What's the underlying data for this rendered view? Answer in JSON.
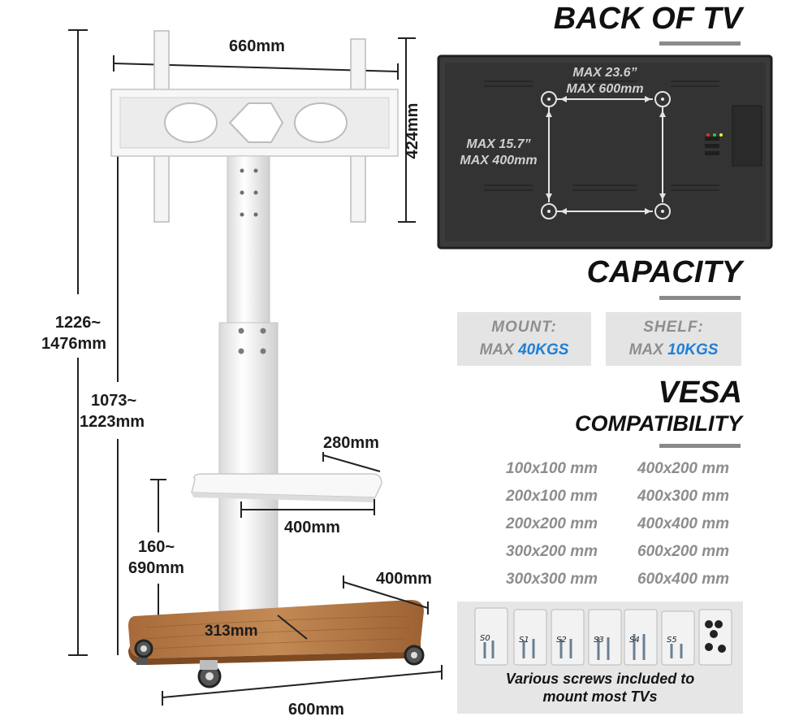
{
  "headings": {
    "back_of_tv": "BACK OF TV",
    "capacity": "CAPACITY",
    "vesa_1": "VESA",
    "vesa_2": "COMPATIBILITY"
  },
  "dimensions": {
    "mount_width": "660mm",
    "mount_height": "424mm",
    "total_height_1": "1226~",
    "total_height_2": "1476mm",
    "mount_center_1": "1073~",
    "mount_center_2": "1223mm",
    "shelf_depth": "280mm",
    "shelf_width": "400mm",
    "shelf_height_1": "160~",
    "shelf_height_2": "690mm",
    "base_depth": "400mm",
    "base_inner": "313mm",
    "base_width": "600mm"
  },
  "tv_back": {
    "max_w_1": "MAX 23.6”",
    "max_w_2": "MAX 600mm",
    "max_h_1": "MAX 15.7”",
    "max_h_2": "MAX 400mm"
  },
  "capacity": {
    "mount_label": "MOUNT:",
    "mount_prefix": "MAX",
    "mount_value": "40KGS",
    "shelf_label": "SHELF:",
    "shelf_prefix": "MAX",
    "shelf_value": "10KGS",
    "accent_color": "#1f7fd6"
  },
  "vesa_list": {
    "left": [
      "100x100 mm",
      "200x100 mm",
      "200x200 mm",
      "300x200 mm",
      "300x300 mm"
    ],
    "right": [
      "400x200 mm",
      "400x300 mm",
      "400x400 mm",
      "600x200 mm",
      "600x400 mm"
    ]
  },
  "screws": {
    "bag_labels": [
      "S0",
      "S1",
      "S2",
      "S3",
      "S4",
      "S5"
    ],
    "caption_1": "Various screws included to",
    "caption_2": "mount most TVs"
  }
}
